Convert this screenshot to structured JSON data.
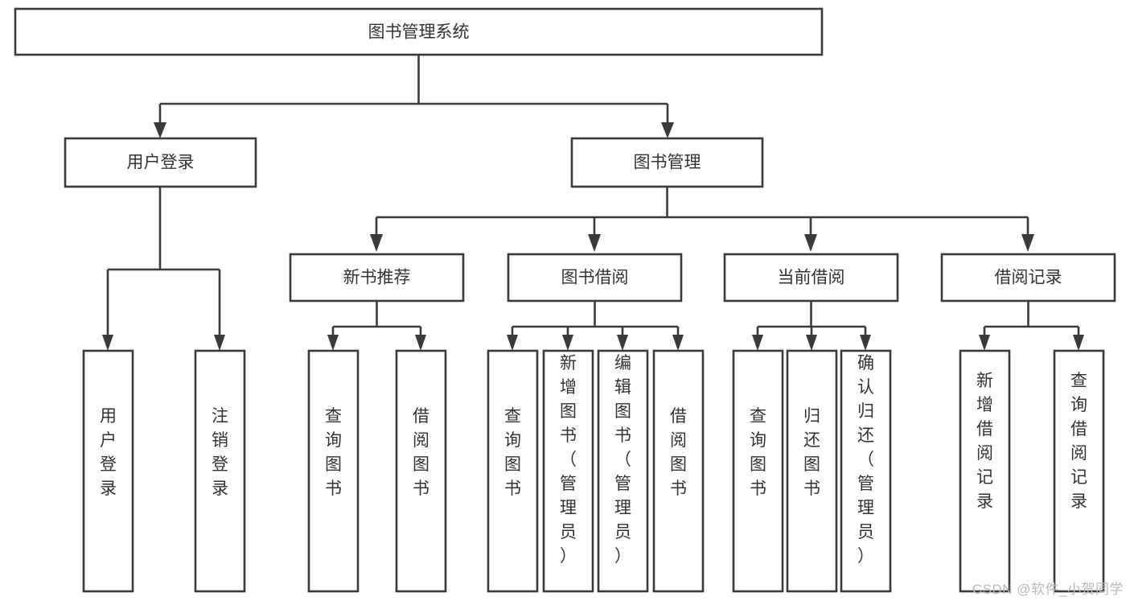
{
  "diagram": {
    "type": "tree",
    "title": "图书管理系统",
    "orientation": "top-down",
    "background_color": "#ffffff",
    "line_color": "#3a3a3a",
    "text_color": "#333333",
    "box_fill": "#ffffff",
    "root": {
      "label": "图书管理系统",
      "text_orientation": "horizontal"
    },
    "level2": [
      {
        "label": "用户登录",
        "text_orientation": "horizontal"
      },
      {
        "label": "图书管理",
        "text_orientation": "horizontal"
      }
    ],
    "level3": [
      {
        "label": "新书推荐",
        "text_orientation": "horizontal"
      },
      {
        "label": "图书借阅",
        "text_orientation": "horizontal"
      },
      {
        "label": "当前借阅",
        "text_orientation": "horizontal"
      },
      {
        "label": "借阅记录",
        "text_orientation": "horizontal"
      }
    ],
    "leaves": {
      "user_login": [
        {
          "label": "用户登录",
          "text_orientation": "vertical"
        },
        {
          "label": "注销登录",
          "text_orientation": "vertical"
        }
      ],
      "new_book_recommend": [
        {
          "label": "查询图书",
          "text_orientation": "vertical"
        },
        {
          "label": "借阅图书",
          "text_orientation": "vertical"
        }
      ],
      "book_borrow": [
        {
          "label": "查询图书",
          "text_orientation": "vertical"
        },
        {
          "label": "新增图书（管理员）",
          "text_orientation": "vertical"
        },
        {
          "label": "编辑图书（管理员）",
          "text_orientation": "vertical"
        },
        {
          "label": "借阅图书",
          "text_orientation": "vertical"
        }
      ],
      "current_borrow": [
        {
          "label": "查询图书",
          "text_orientation": "vertical"
        },
        {
          "label": "归还图书",
          "text_orientation": "vertical"
        },
        {
          "label": "确认归还（管理员）",
          "text_orientation": "vertical"
        }
      ],
      "borrow_record": [
        {
          "label": "新增借阅记录",
          "text_orientation": "vertical"
        },
        {
          "label": "查询借阅记录",
          "text_orientation": "vertical"
        }
      ]
    }
  },
  "watermark": {
    "text": "CSDN @软件_小贺同学"
  }
}
